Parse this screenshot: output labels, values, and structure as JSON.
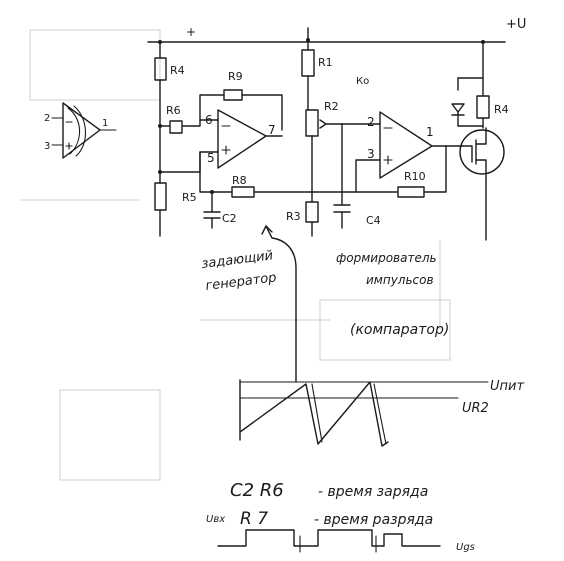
{
  "supply": {
    "plus": "+",
    "plus_v": "+U"
  },
  "labels": {
    "r4_left": "R4",
    "r1": "R1",
    "r9": "R9",
    "r6": "R6",
    "r2": "R2",
    "r5": "R5",
    "r8": "R8",
    "r10": "R10",
    "r3": "R3",
    "r4_right": "R4",
    "c2": "C2",
    "c4": "C4"
  },
  "opamp_pins": {
    "u1_inv": "6",
    "u1_out": "7",
    "u1_noninv": "5",
    "u2_inv": "2",
    "u2_noninv": "3",
    "u2_out": "1",
    "sym_inv": "2",
    "sym_noninv": "3",
    "sym_out": "1"
  },
  "captions": {
    "generator_line1": "задающий",
    "generator_line2": "генератор",
    "shaper_line1": "формирователь",
    "shaper_line2": "импульсов",
    "comparator": "(компаратор)"
  },
  "waveform": {
    "u_supply": "Uпит",
    "u_r2": "UR2"
  },
  "notes": {
    "charge_components": "C2  R6",
    "charge_text": "- время заряда",
    "discharge_label": "Uвх",
    "discharge_component": "R 7",
    "discharge_text": "- время разряда",
    "tail_mark": "Ugs"
  }
}
